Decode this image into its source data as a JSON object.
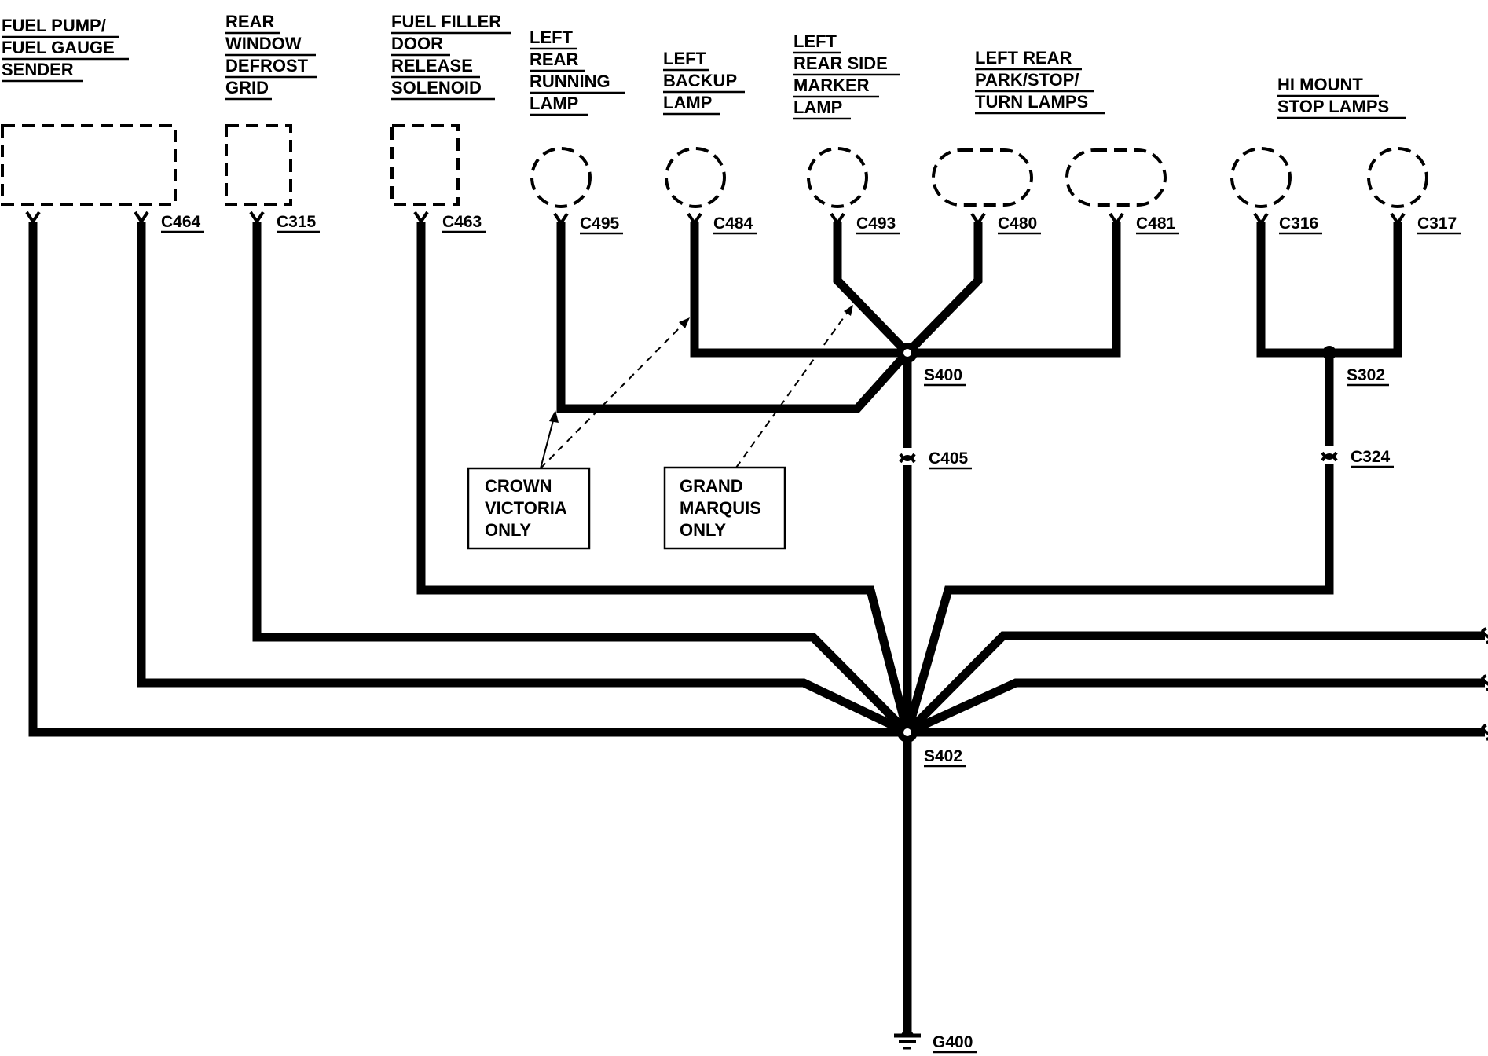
{
  "components": {
    "fuel_pump": [
      "FUEL PUMP/",
      "FUEL GAUGE",
      "SENDER"
    ],
    "rear_defrost": [
      "REAR",
      "WINDOW",
      "DEFROST",
      "GRID"
    ],
    "fuel_door": [
      "FUEL FILLER",
      "DOOR",
      "RELEASE",
      "SOLENOID"
    ],
    "rear_running": [
      "LEFT",
      "REAR",
      "RUNNING",
      "LAMP"
    ],
    "backup": [
      "LEFT",
      "BACKUP",
      "LAMP"
    ],
    "side_marker": [
      "LEFT",
      "REAR SIDE",
      "MARKER",
      "LAMP"
    ],
    "park_stop_turn": [
      "LEFT REAR",
      "PARK/STOP/",
      "TURN LAMPS"
    ],
    "hi_mount": [
      "HI MOUNT",
      "STOP LAMPS"
    ]
  },
  "connectors": {
    "c464": "C464",
    "c315": "C315",
    "c463": "C463",
    "c495": "C495",
    "c484": "C484",
    "c493": "C493",
    "c480": "C480",
    "c481": "C481",
    "c316": "C316",
    "c317": "C317",
    "c405": "C405",
    "c324": "C324"
  },
  "splices": {
    "s400": "S400",
    "s302": "S302",
    "s402": "S402"
  },
  "ground": "G400",
  "notes": {
    "crown_victoria": [
      "CROWN",
      "VICTORIA",
      "ONLY"
    ],
    "grand_marquis": [
      "GRAND",
      "MARQUIS",
      "ONLY"
    ]
  }
}
